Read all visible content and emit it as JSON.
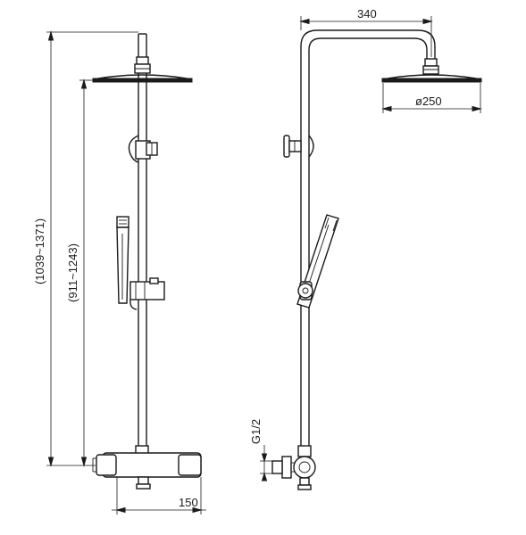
{
  "dimensions": {
    "total_height": "(1039~1371)",
    "head_height": "(911~1243)",
    "base_width": "150",
    "arm_reach": "340",
    "head_diameter": "ø250",
    "inlet_thread": "G1/2"
  },
  "colors": {
    "line": "#1a1a1a",
    "background": "#ffffff"
  }
}
